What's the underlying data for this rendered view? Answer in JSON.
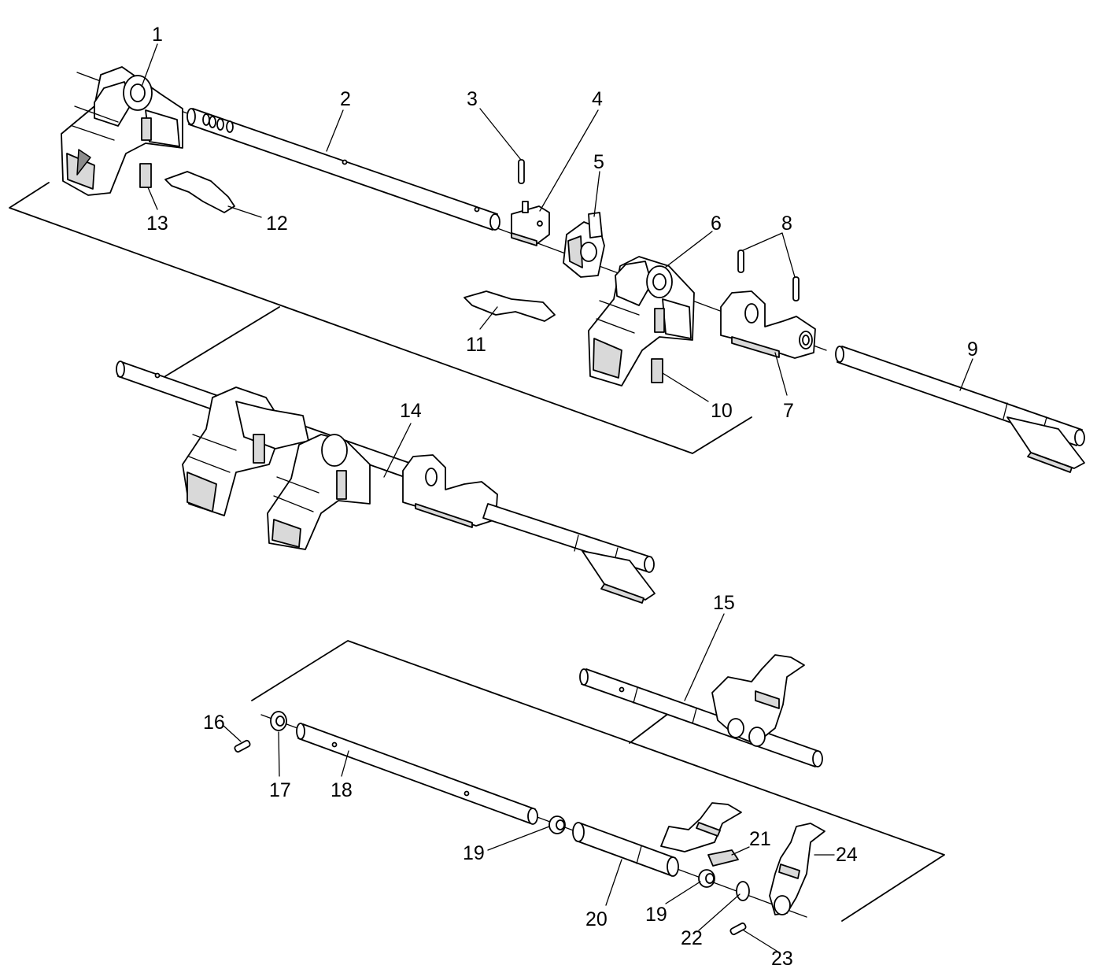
{
  "callouts": [
    "1",
    "2",
    "3",
    "4",
    "5",
    "6",
    "7",
    "8",
    "9",
    "10",
    "11",
    "12",
    "13",
    "14",
    "15",
    "16",
    "17",
    "18",
    "19",
    "19",
    "20",
    "21",
    "22",
    "23",
    "24"
  ]
}
